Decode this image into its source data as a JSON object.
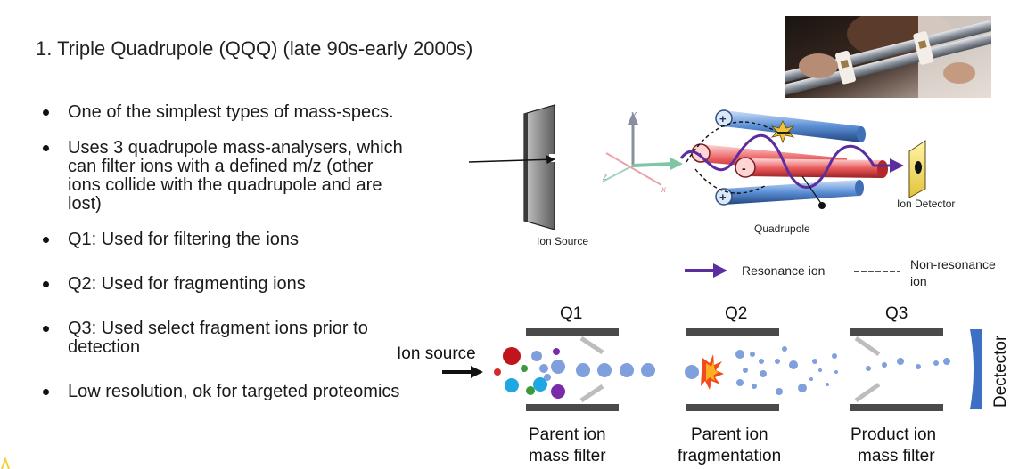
{
  "slide": {
    "title": "1. Triple Quadrupole (QQQ) (late 90s-early 2000s)",
    "bullets": [
      "One of the simplest types of mass-specs.",
      "Uses 3 quadrupole mass-analysers, which can filter ions with a defined m/z (other ions collide with the quadrupole and are lost)",
      "Q1: Used for filtering the ions",
      "Q2: Used for fragmenting ions",
      "Q3: Used select fragment ions prior to detection",
      "Low resolution, ok for targeted proteomics"
    ]
  },
  "quadrupole_diagram": {
    "ion_source_label": "Ion Source",
    "quadrupole_label": "Quadrupole",
    "detector_label": "Ion Detector",
    "axis_labels": [
      "y",
      "z",
      "x"
    ],
    "legend": {
      "resonance": "Resonance ion",
      "non_resonance_line1": "Non-resonance",
      "non_resonance_line2": "ion"
    }
  },
  "qqq_diagram": {
    "ion_source_label": "Ion source",
    "stages": [
      {
        "name": "Q1",
        "caption_line1": "Parent ion",
        "caption_line2": "mass filter"
      },
      {
        "name": "Q2",
        "caption_line1": "Parent ion",
        "caption_line2": "fragmentation"
      },
      {
        "name": "Q3",
        "caption_line1": "Product ion",
        "caption_line2": "mass filter"
      }
    ],
    "detector_label": "Dectector"
  },
  "colors": {
    "resonance_arrow": "#5b2d9e",
    "rod_blue": "#4a7fc8",
    "rod_red": "#e0474a",
    "detector": "#3d6fc4",
    "ion_light": "#7fa0dc"
  }
}
